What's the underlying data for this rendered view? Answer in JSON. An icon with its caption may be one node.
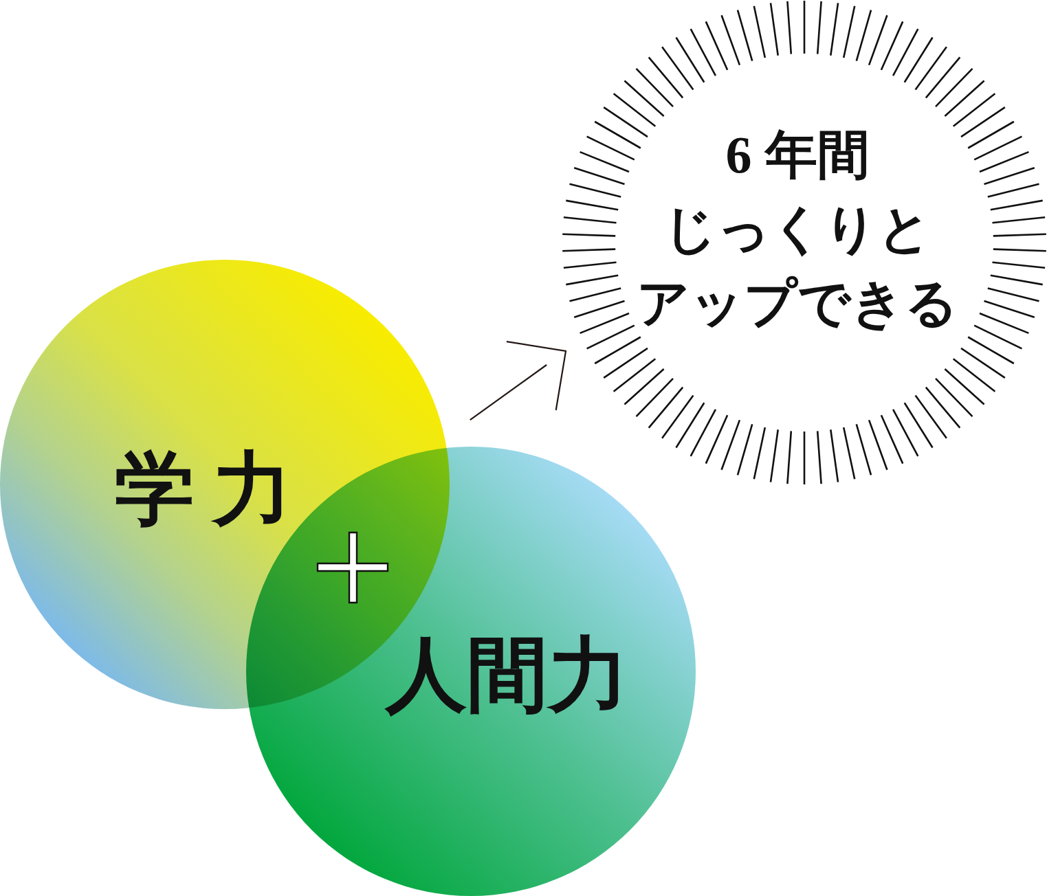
{
  "diagram": {
    "nodes": [
      {
        "text": [
          "学力"
        ]
      },
      {
        "text": [
          "人間力"
        ]
      },
      {
        "text": [
          "6 年間じっくりとアップできる"
        ]
      }
    ],
    "edges": [
      {
        "from": 0,
        "to": 2,
        "arrow": "to"
      }
    ]
  }
}
